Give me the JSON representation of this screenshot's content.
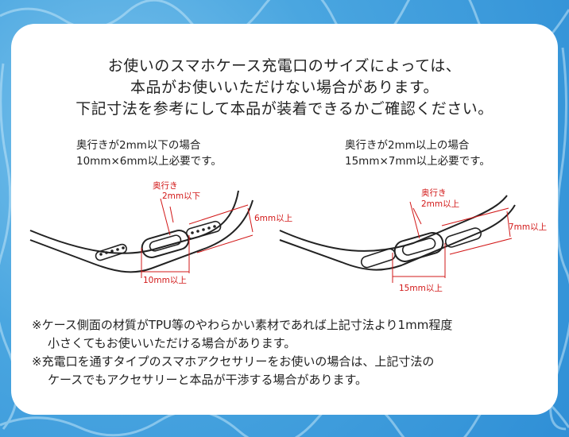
{
  "heading": {
    "line1": "お使いのスマホケース充電口のサイズによっては、",
    "line2": "本品がお使いいただけない場合があります。",
    "line3": "下記寸法を参考にして本品が装着できるかご確認ください。"
  },
  "case_left": {
    "line1": "奥行きが2mm以下の場合",
    "line2": "10mm×6mm以上必要です。",
    "depth_label_1": "奥行き",
    "depth_label_2": "2mm以下",
    "height_label": "6mm以上",
    "width_label": "10mm以上"
  },
  "case_right": {
    "line1": "奥行きが2mm以上の場合",
    "line2": "15mm×7mm以上必要です。",
    "depth_label_1": "奥行き",
    "depth_label_2": "2mm以上",
    "height_label": "7mm以上",
    "width_label": "15mm以上"
  },
  "notes": {
    "note1_line1": "※ケース側面の材質がTPU等のやわらかい素材であれば上記寸法より1mm程度",
    "note1_line2": "小さくてもお使いいただける場合があります。",
    "note2_line1": "※充電口を通すタイプのスマホアクセサリーをお使いの場合は、上記寸法の",
    "note2_line2": "ケースでもアクセサリーと本品が干渉する場合があります。"
  },
  "colors": {
    "dimension": "#d21818",
    "background": "#3c9ad9",
    "card": "#ffffff"
  }
}
